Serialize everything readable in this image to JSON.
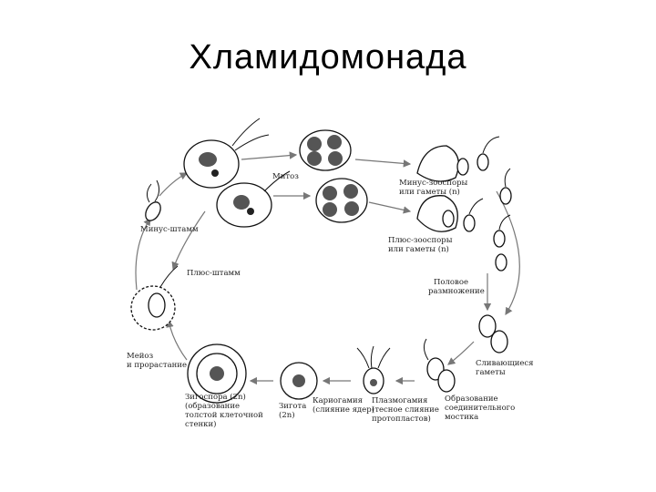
{
  "title": "Хламидомонада",
  "labels": {
    "minus_strain": "Минус-штамм",
    "plus_strain": "Плюс-штамм",
    "mitosis": "Митоз",
    "minus_spores_1": "Минус-зооспоры",
    "minus_spores_2": "или гаметы (n)",
    "plus_spores_1": "Плюс-зооспоры",
    "plus_spores_2": "или гаметы (n)",
    "sexual_1": "Половое",
    "sexual_2": "размножение",
    "fusing_1": "Сливающиеся",
    "fusing_2": "гаметы",
    "meiosis_1": "Мейоз",
    "meiosis_2": "и прорастание",
    "zygospore_1": "Зигоспора (2n)",
    "zygospore_2": "(образование",
    "zygospore_3": "толстой клеточной",
    "zygospore_4": "стенки)",
    "zygote_1": "Зигота",
    "zygote_2": "(2n)",
    "karyogamy_1": "Кариогамия",
    "karyogamy_2": "(слияние ядер)",
    "plasmogamy_1": "Плазмогамия",
    "plasmogamy_2": "(тесное слияние",
    "plasmogamy_3": "протопластов)",
    "bridge_1": "Образование",
    "bridge_2": "соединительного",
    "bridge_3": "мостика"
  }
}
